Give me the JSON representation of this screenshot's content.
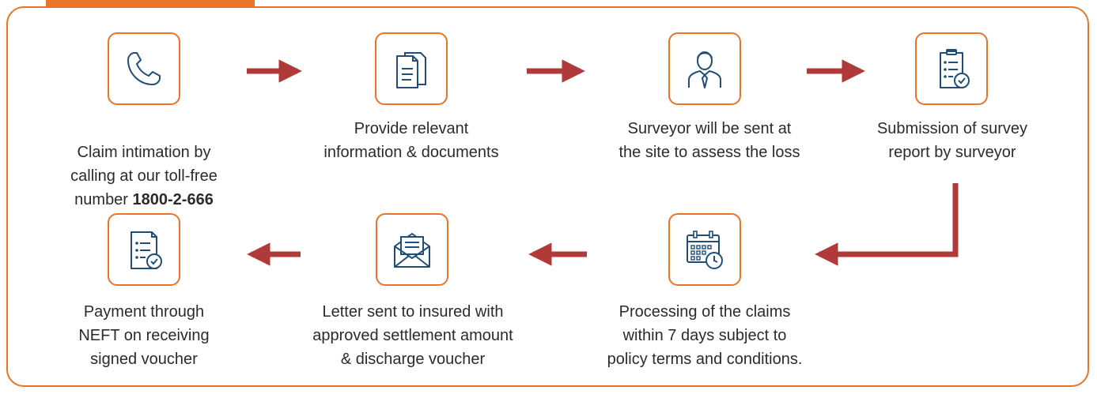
{
  "steps": [
    {
      "icon": "phone-icon",
      "label_lines": [
        "Claim intimation by",
        "calling at our toll-free"
      ],
      "label_prefix": "number ",
      "label_bold": "1800-2-666"
    },
    {
      "icon": "documents-icon",
      "label": "Provide relevant\ninformation & documents"
    },
    {
      "icon": "surveyor-person-icon",
      "label": "Surveyor will be sent at\nthe site to assess the loss"
    },
    {
      "icon": "clipboard-checklist-icon",
      "label": "Submission of survey\nreport by surveyor"
    },
    {
      "icon": "calendar-clock-icon",
      "label": "Processing of the claims\nwithin 7 days subject to\npolicy terms and conditions."
    },
    {
      "icon": "envelope-letter-icon",
      "label": "Letter sent to insured with\napproved settlement amount\n& discharge voucher"
    },
    {
      "icon": "checklist-voucher-icon",
      "label": "Payment through\nNEFT on receiving\nsigned voucher"
    }
  ],
  "colors": {
    "accent": "#e9742a",
    "arrow": "#b03a3a",
    "icon": "#1f4e79",
    "text": "#2b2b2b"
  }
}
